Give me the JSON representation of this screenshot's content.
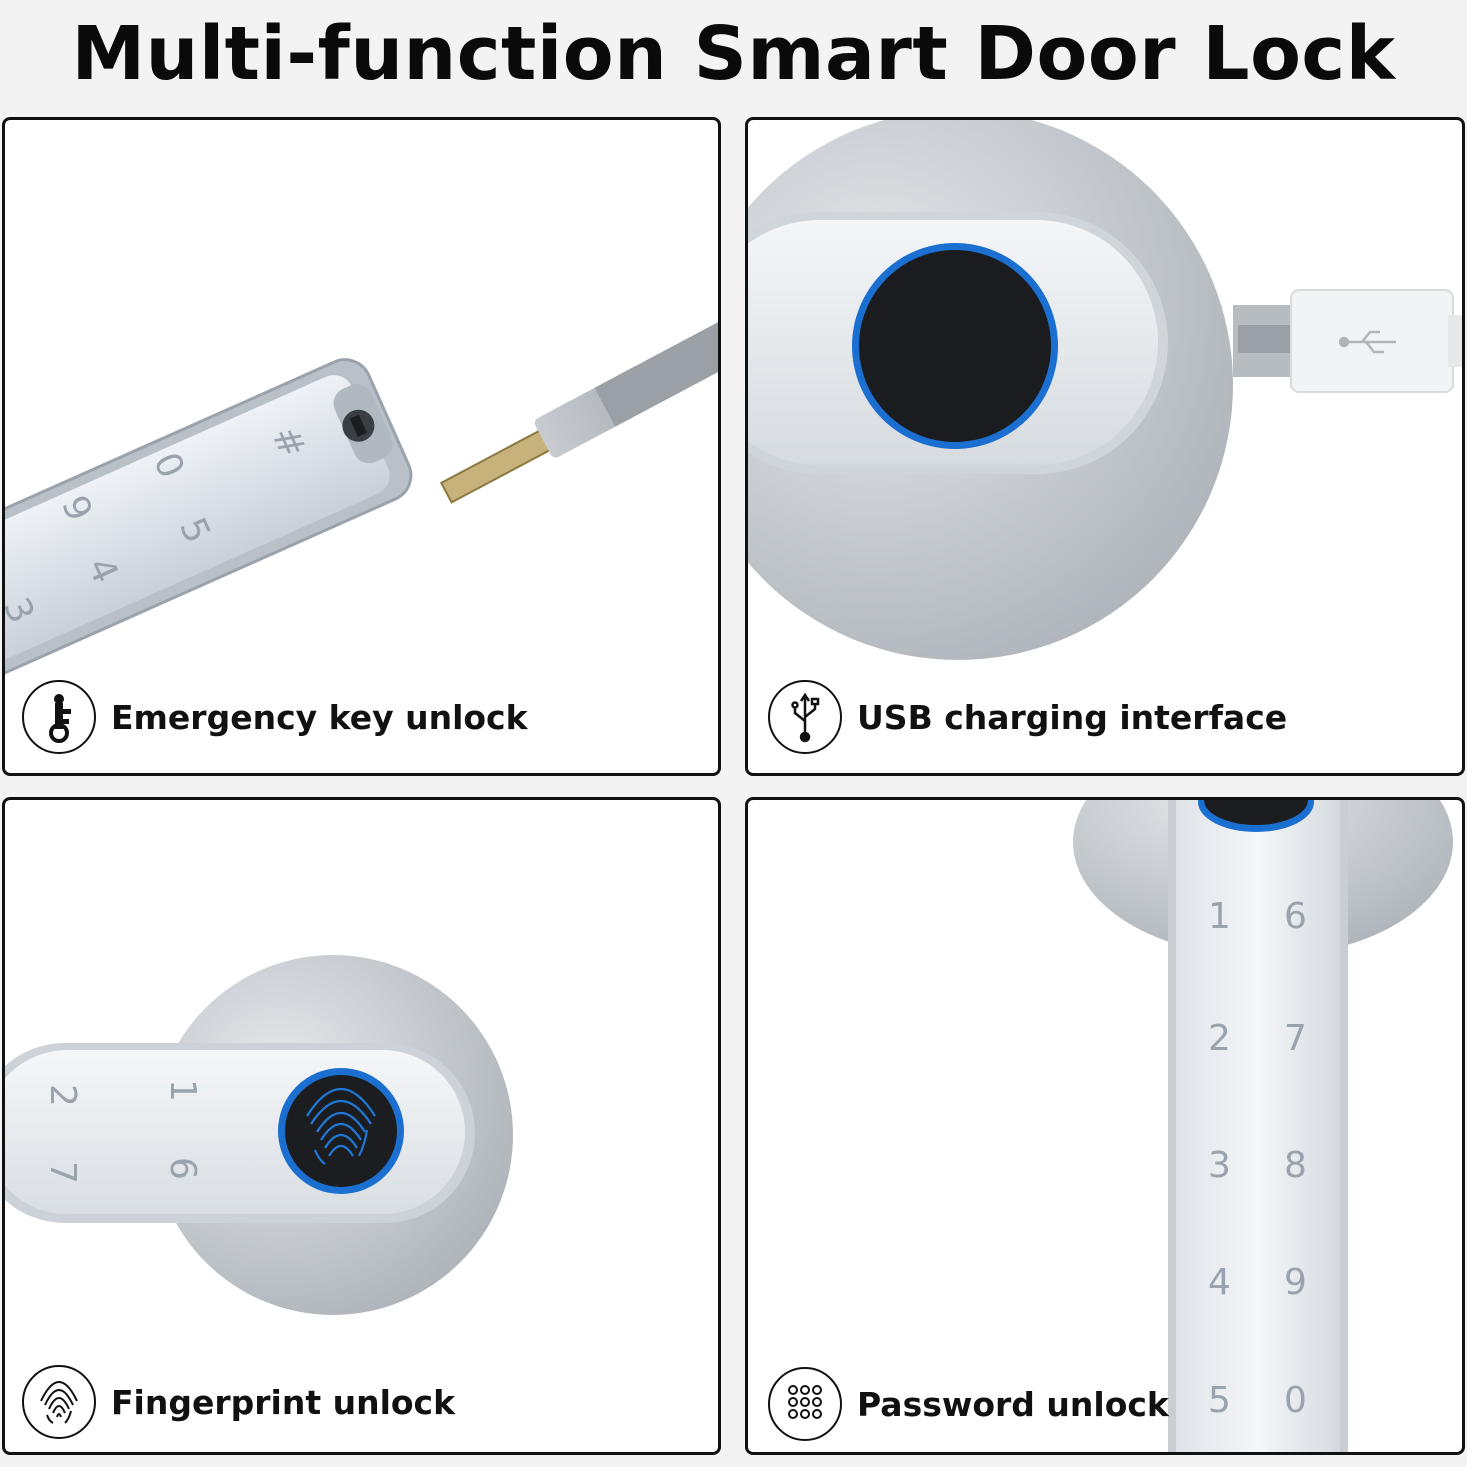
{
  "title": "Multi-function Smart Door Lock",
  "accent_color": "#1b6fd0",
  "panels": [
    {
      "caption": "Emergency key unlock",
      "icon": "key-icon",
      "keypad": [
        "#",
        "0",
        "5",
        "9",
        "4",
        "3"
      ]
    },
    {
      "caption": "USB charging interface",
      "icon": "usb-icon"
    },
    {
      "caption": "Fingerprint unlock",
      "icon": "fingerprint-icon",
      "keypad": [
        "1",
        "6",
        "2",
        "7"
      ]
    },
    {
      "caption": "Password unlock",
      "icon": "keypad-icon",
      "keypad": [
        "1",
        "6",
        "2",
        "7",
        "3",
        "8",
        "4",
        "9",
        "5",
        "0"
      ]
    }
  ]
}
